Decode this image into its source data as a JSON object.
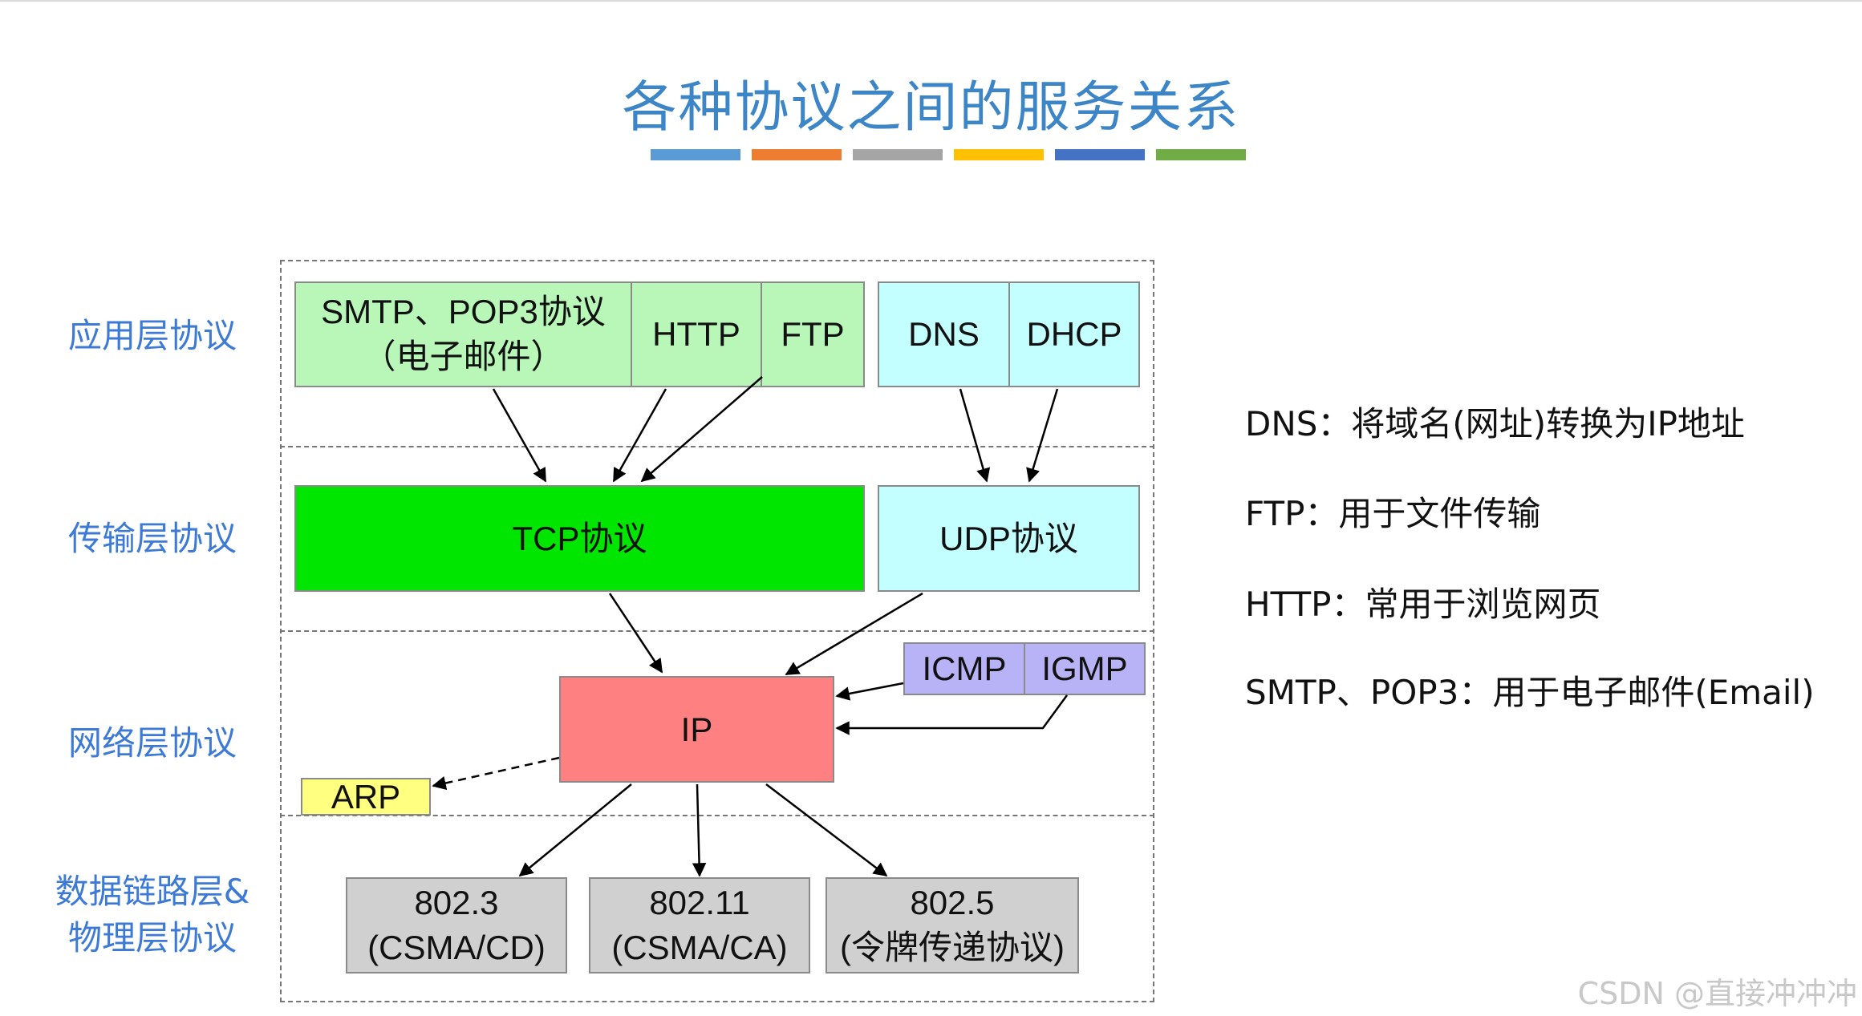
{
  "title": "各种协议之间的服务关系",
  "underline_colors": [
    "#5b9bd5",
    "#ed7d31",
    "#a5a5a5",
    "#ffc000",
    "#4472c4",
    "#70ad47"
  ],
  "layers": [
    {
      "label": "应用层协议"
    },
    {
      "label": "传输层协议"
    },
    {
      "label": "网络层协议"
    },
    {
      "label_line1": "数据链路层&",
      "label_line2": "物理层协议"
    }
  ],
  "app": {
    "smtp_line1": "SMTP、POP3协议",
    "smtp_line2": "（电子邮件）",
    "http": "HTTP",
    "ftp": "FTP",
    "dns": "DNS",
    "dhcp": "DHCP"
  },
  "transport": {
    "tcp": "TCP协议",
    "udp": "UDP协议"
  },
  "network": {
    "ip": "IP",
    "icmp": "ICMP",
    "igmp": "IGMP",
    "arp": "ARP"
  },
  "link": [
    {
      "line1": "802.3",
      "line2": "(CSMA/CD)"
    },
    {
      "line1": "802.11",
      "line2": "(CSMA/CA)"
    },
    {
      "line1": "802.5",
      "line2": "(令牌传递协议)"
    }
  ],
  "notes": [
    "DNS：将域名(网址)转换为IP地址",
    "FTP：用于文件传输",
    "HTTP：常用于浏览网页",
    "SMTP、POP3：用于电子邮件(Email)"
  ],
  "credit": "CSDN @直接冲冲冲"
}
